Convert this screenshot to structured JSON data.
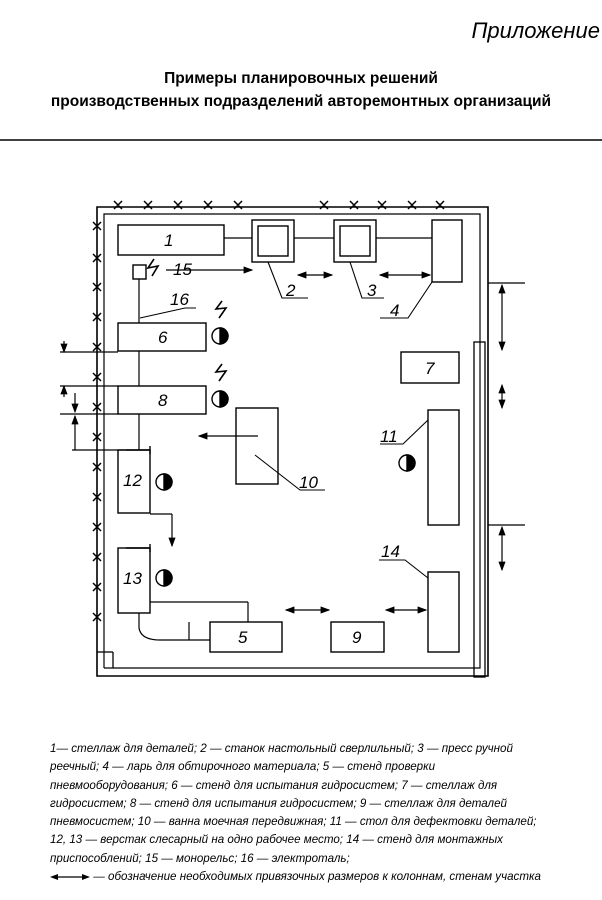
{
  "header": {
    "appendix": "Приложение",
    "title_line1": "Примеры планировочных решений",
    "title_line2": "производственных подразделений авторемонтных организаций"
  },
  "diagram": {
    "labels": {
      "n1": "1",
      "n2": "2",
      "n3": "3",
      "n4": "4",
      "n5": "5",
      "n6": "6",
      "n7": "7",
      "n8": "8",
      "n9": "9",
      "n10": "10",
      "n11": "11",
      "n12": "12",
      "n13": "13",
      "n14": "14",
      "n15": "15",
      "n16": "16"
    }
  },
  "legend": {
    "lines": [
      "1— стеллаж для деталей; 2 — станок настольный сверлильный; 3 — пресс ручной",
      "реечный; 4 — ларь для обтирочного материала; 5 — стенд проверки",
      "пневмооборудования; 6 — стенд для испытания гидросистем; 7 — стеллаж для",
      "гидросистем; 8 — стенд для испытания гидросистем; 9 — стеллаж для деталей",
      "пневмосистем; 10 — ванна моечная передвижная; 11 — стол для дефектовки деталей;",
      "12, 13 — верстак слесарный на одно рабочее место; 14 — стенд для монтажных",
      "приспособлений; 15 — монорельс; 16 — электроталь;"
    ],
    "arrow_note": "— обозначение необходимых привязочных размеров к колоннам, стенам участка"
  }
}
